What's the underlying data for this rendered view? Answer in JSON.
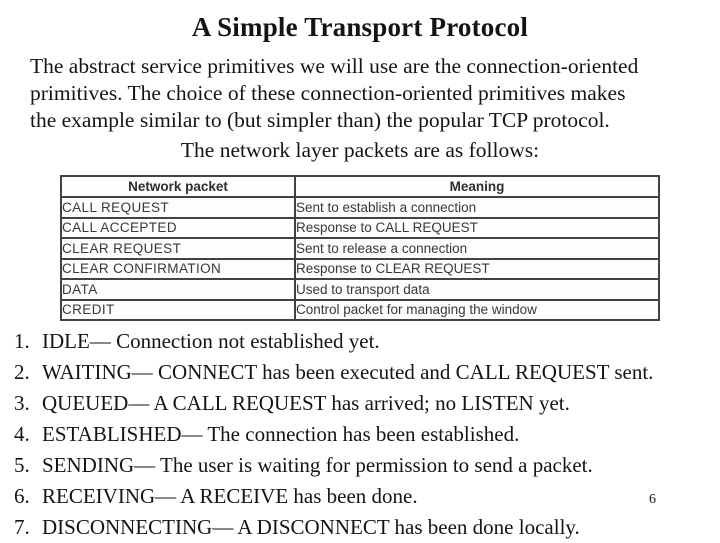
{
  "slide": {
    "title": "A Simple Transport Protocol",
    "paragraph_lines": [
      "The abstract service primitives we will use are the connection-oriented",
      "primitives. The choice of these connection-oriented primitives makes",
      "the example similar to (but simpler than) the popular TCP protocol."
    ],
    "intro_line": "The network layer packets are as follows:",
    "page_number": "6"
  },
  "packet_table": {
    "headers": {
      "packet": "Network packet",
      "meaning": "Meaning"
    },
    "rows": [
      {
        "packet": "CALL REQUEST",
        "meaning": "Sent to establish a connection"
      },
      {
        "packet": "CALL ACCEPTED",
        "meaning": "Response to CALL REQUEST"
      },
      {
        "packet": "CLEAR REQUEST",
        "meaning": "Sent to release a connection"
      },
      {
        "packet": "CLEAR CONFIRMATION",
        "meaning": "Response to CLEAR REQUEST"
      },
      {
        "packet": "DATA",
        "meaning": "Used to transport data"
      },
      {
        "packet": "CREDIT",
        "meaning": "Control packet for managing the window"
      }
    ]
  },
  "state_list": {
    "items": [
      {
        "number": "1.",
        "text": "IDLE— Connection not established yet."
      },
      {
        "number": "2.",
        "text": "WAITING— CONNECT has been executed and CALL REQUEST sent."
      },
      {
        "number": "3.",
        "text": "QUEUED— A CALL REQUEST has arrived; no LISTEN yet."
      },
      {
        "number": "4.",
        "text": "ESTABLISHED— The connection has been established."
      },
      {
        "number": "5.",
        "text": "SENDING— The user is waiting for permission to send a packet."
      },
      {
        "number": "6.",
        "text": "RECEIVING— A RECEIVE has been done."
      },
      {
        "number": "7.",
        "text": "DISCONNECTING— A DISCONNECT has been done locally."
      }
    ]
  },
  "colors": {
    "background": "#ffffff",
    "text": "#141414",
    "table_text": "#383838",
    "table_border": "#424242"
  }
}
